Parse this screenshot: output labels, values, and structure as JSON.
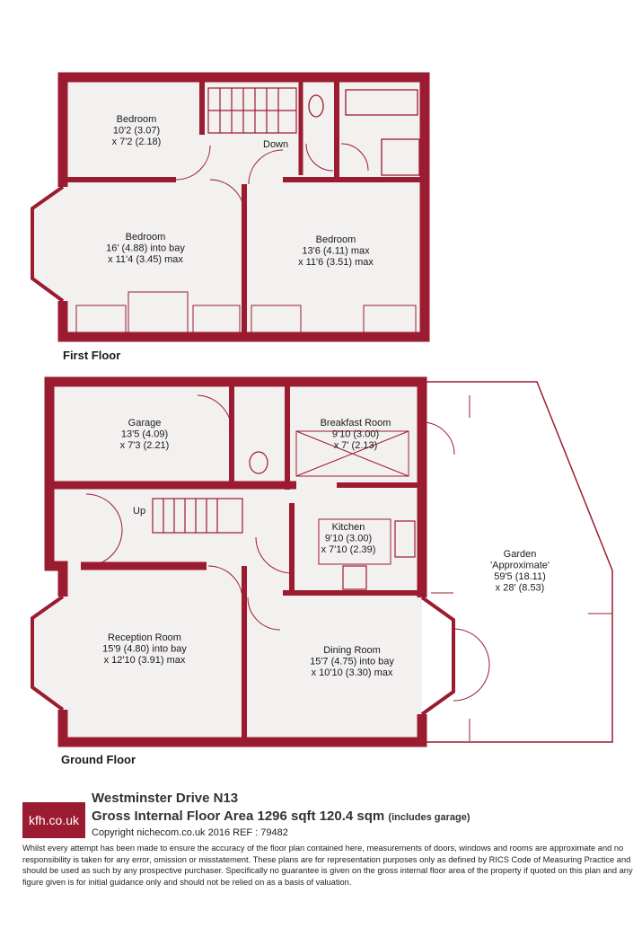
{
  "floors": {
    "first": {
      "title": "First Floor",
      "rooms": [
        {
          "id": "bedroom-1",
          "lines": [
            "Bedroom",
            "10'2 (3.07)",
            "x 7'2 (2.18)"
          ]
        },
        {
          "id": "bedroom-2",
          "lines": [
            "Bedroom",
            "16' (4.88) into bay",
            "x 11'4 (3.45) max"
          ]
        },
        {
          "id": "bedroom-3",
          "lines": [
            "Bedroom",
            "13'6 (4.11) max",
            "x 11'6 (3.51) max"
          ]
        }
      ],
      "stairs_label": "Down"
    },
    "ground": {
      "title": "Ground Floor",
      "rooms": [
        {
          "id": "garage",
          "lines": [
            "Garage",
            "13'5 (4.09)",
            "x 7'3 (2.21)"
          ]
        },
        {
          "id": "breakfast-room",
          "lines": [
            "Breakfast Room",
            "9'10 (3.00)",
            "x 7' (2.13)"
          ]
        },
        {
          "id": "kitchen",
          "lines": [
            "Kitchen",
            "9'10 (3.00)",
            "x 7'10 (2.39)"
          ]
        },
        {
          "id": "garden",
          "lines": [
            "Garden",
            "'Approximate'",
            "59'5 (18.11)",
            "x 28' (8.53)"
          ]
        },
        {
          "id": "reception-room",
          "lines": [
            "Reception Room",
            "15'9 (4.80) into bay",
            "x 12'10 (3.91) max"
          ]
        },
        {
          "id": "dining-room",
          "lines": [
            "Dining Room",
            "15'7 (4.75) into bay",
            "x 10'10 (3.30) max"
          ]
        }
      ],
      "stairs_label": "Up"
    }
  },
  "footer": {
    "logo": "kfh.co.uk",
    "address": "Westminster Drive N13",
    "area_main": "Gross Internal Floor Area 1296 sqft 120.4 sqm",
    "area_note": "(includes garage)",
    "copyright": "Copyright nichecom.co.uk 2016 REF : 79482",
    "disclaimer": "Whilst every attempt has been made to ensure the accuracy of the floor plan contained here, measurements of doors, windows and rooms are approximate and no responsibility is taken for any error, omission or misstatement.  These plans are for representation purposes only as defined by RICS Code of Measuring Practice and should be used as such by any prospective purchaser.  Specifically no guarantee is given on the gross internal floor area of the property if quoted on this plan and any figure given is for initial guidance only and should not be relied on as a basis of valuation."
  },
  "colors": {
    "wall": "#9b1b30",
    "floor": "#f3f0f0",
    "line": "#9b1b30"
  }
}
